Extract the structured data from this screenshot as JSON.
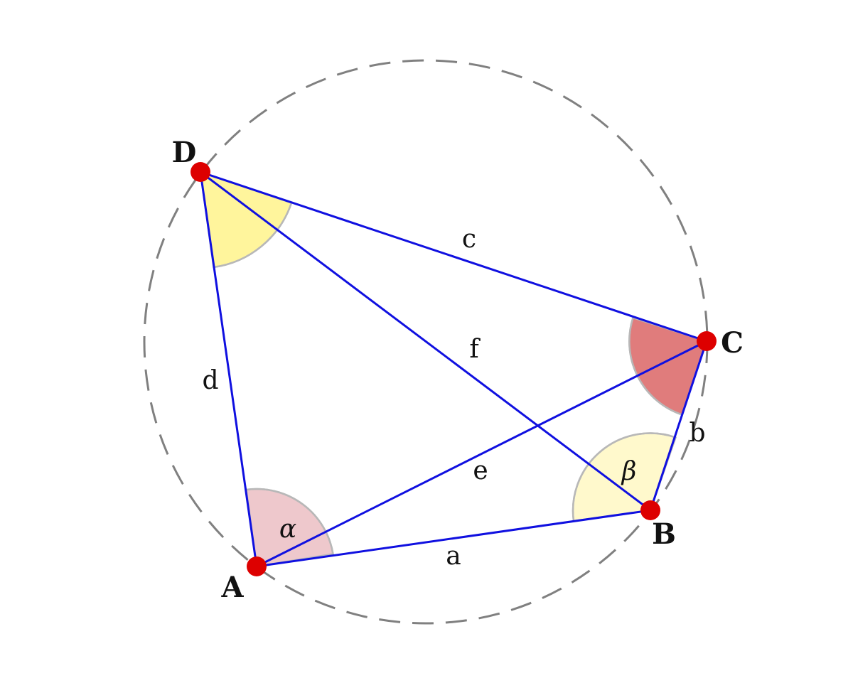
{
  "diagram": {
    "vertices": {
      "A": "A",
      "B": "B",
      "C": "C",
      "D": "D"
    },
    "sides": {
      "a": "a",
      "b": "b",
      "c": "c",
      "d": "d",
      "e": "e",
      "f": "f"
    },
    "angles": {
      "alpha": "α",
      "beta": "β"
    },
    "colors": {
      "circle": "#808080",
      "edges": "#1010e0",
      "vertex_points": "#dd0000",
      "angle_alpha": "#eec8cc",
      "angle_beta": "#fff9cc",
      "angle_gamma": "#e07c7c",
      "angle_delta": "#fff59c",
      "angle_outline": "#b8b8b8"
    }
  }
}
